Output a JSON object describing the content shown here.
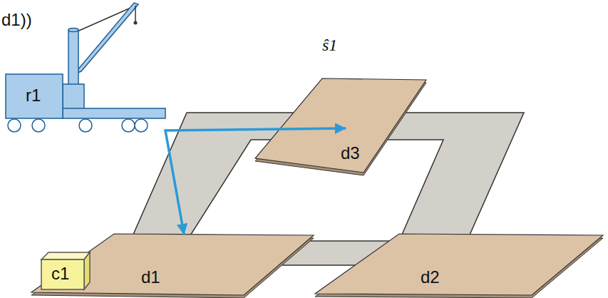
{
  "diagram": {
    "nodes": [
      {
        "text": [
          "r1"
        ]
      },
      {
        "text": [
          "d3"
        ]
      },
      {
        "text": [
          "c1"
        ]
      },
      {
        "text": [
          "d1"
        ]
      },
      {
        "text": [
          "d2"
        ]
      }
    ],
    "edges": [
      {
        "from": 0,
        "to": 1,
        "arrow": "to"
      },
      {
        "from": 0,
        "to": 3,
        "arrow": "to"
      }
    ],
    "labels": [
      "d1))",
      "ŝ1"
    ]
  }
}
